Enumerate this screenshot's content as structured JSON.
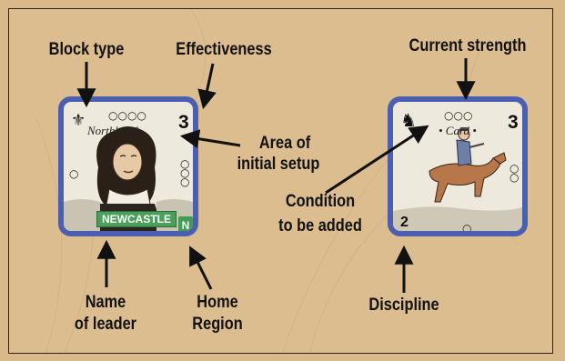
{
  "labels": {
    "block_type": "Block type",
    "effectiveness": "Effectiveness",
    "current_strength": "Current strength",
    "area_of_initial_setup_1": "Area of",
    "area_of_initial_setup_2": "initial setup",
    "condition_1": "Condition",
    "condition_2": "to be added",
    "name_of_leader_1": "Name",
    "name_of_leader_2": "of leader",
    "home_region_1": "Home",
    "home_region_2": "Region",
    "discipline": "Discipline"
  },
  "left_block": {
    "strength": "3",
    "top_pips": "○○○○",
    "setup_area": "Northhumb.",
    "leader_name": "NEWCASTLE",
    "bottom_pips": "○○",
    "region_letter": "N",
    "type_icon": "leader-fleur-icon",
    "border_color": "#4a5fb0"
  },
  "right_block": {
    "strength": "3",
    "top_pips": "○○○",
    "card_label": "• Card •",
    "discipline_value": "2",
    "type_icon": "horse-head-icon",
    "border_color": "#4a5fb0"
  }
}
